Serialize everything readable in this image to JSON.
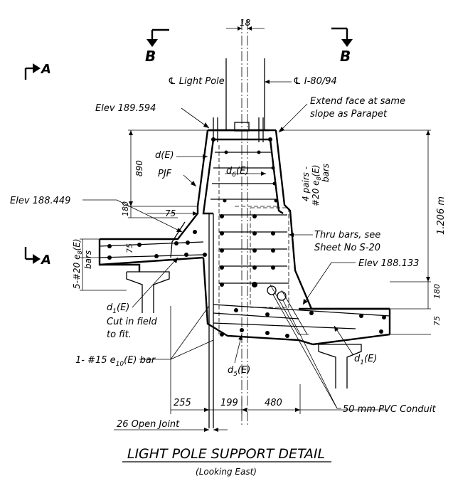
{
  "title": "LIGHT POLE SUPPORT DETAIL",
  "subtitle": "(Looking East)",
  "section_labels": {
    "b_left": "B",
    "b_right": "B",
    "a_top": "A",
    "a_bottom": "A"
  },
  "labels": {
    "cl_light_pole": "℄ Light Pole",
    "cl_i80": "℄ I-80/94",
    "elev_top": "Elev 189.594",
    "extend_face_1": "Extend face at same",
    "extend_face_2": "slope as Parapet",
    "d_e": "d(E)",
    "d6_e": "d",
    "d6_sub": "6",
    "d6_suffix": "(E)",
    "pairs_1": "4 pairs -",
    "pairs_2": "#20 e",
    "pairs_sub": "8",
    "pairs_2b": "(E)",
    "pairs_3": "bars",
    "pjf": "PJF",
    "elev_mid": "Elev 188.449",
    "bars_left_1": "5-#20 e",
    "bars_left_sub": "8",
    "bars_left_1b": "(E)",
    "bars_left_2": "bars",
    "thru_1": "Thru bars, see",
    "thru_2": "Sheet No S-20",
    "elev_right": "Elev 188.133",
    "d1_left": "d",
    "d1_left_sub": "1",
    "d1_left_suffix": "(E)",
    "cut_1": "Cut in field",
    "cut_2": "to fit.",
    "bar_e10_1": "1- #15 e",
    "bar_e10_sub": "10",
    "bar_e10_2": "(E) bar",
    "d5": "d",
    "d5_sub": "5",
    "d5_suffix": "(E)",
    "d1_right": "d",
    "d1_right_sub": "1",
    "d1_right_suffix": "(E)",
    "conduit": "50 mm PVC Conduit",
    "open_joint": "26 Open Joint"
  },
  "dimensions": {
    "top_width": "18",
    "h890": "890",
    "h180_left": "180",
    "w75_top": "75",
    "h75_left": "75",
    "h1206": "1.206 m",
    "h180_right": "180",
    "h75_right": "75",
    "w255": "255",
    "w199": "199",
    "w480": "480"
  }
}
